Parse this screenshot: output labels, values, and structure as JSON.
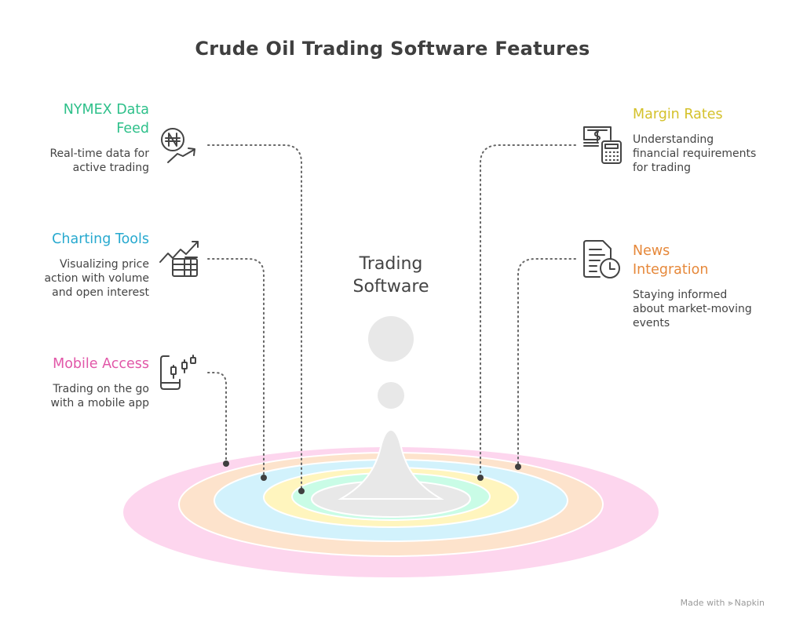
{
  "title": "Crude Oil Trading Software Features",
  "center": {
    "line1": "Trading",
    "line2": "Software"
  },
  "features": [
    {
      "id": "nymex",
      "title_line1": "NYMEX Data",
      "title_line2": "Feed",
      "desc_line1": "Real-time data for",
      "desc_line2": "active trading",
      "color": "#2ec08a",
      "icon": "naira-trend-icon",
      "ring": "#c9fce6"
    },
    {
      "id": "charting",
      "title_line1": "Charting Tools",
      "desc_line1": "Visualizing price",
      "desc_line2": "action with volume",
      "desc_line3": "and open interest",
      "color": "#27a9cf",
      "icon": "chart-table-icon",
      "ring": "#d2f2fc"
    },
    {
      "id": "mobile",
      "title_line1": "Mobile Access",
      "desc_line1": "Trading on the go",
      "desc_line2": "with a mobile app",
      "color": "#e157a8",
      "icon": "mobile-candlestick-icon",
      "ring": "#fdd6ee"
    },
    {
      "id": "margin",
      "title_line1": "Margin Rates",
      "desc_line1": "Understanding",
      "desc_line2": "financial requirements",
      "desc_line3": "for trading",
      "color": "#d4c12a",
      "icon": "cash-calculator-icon",
      "ring": "#fff5be"
    },
    {
      "id": "news",
      "title_line1": "News",
      "title_line2": "Integration",
      "desc_line1": "Staying informed",
      "desc_line2": "about market-moving",
      "desc_line3": "events",
      "color": "#e6883a",
      "icon": "document-clock-icon",
      "ring": "#fde3cc"
    }
  ],
  "footer": {
    "made_with": "Made with",
    "brand": "Napkin"
  },
  "colors": {
    "text": "#444444",
    "drop": "#e8e8e8",
    "connector": "#555555"
  }
}
